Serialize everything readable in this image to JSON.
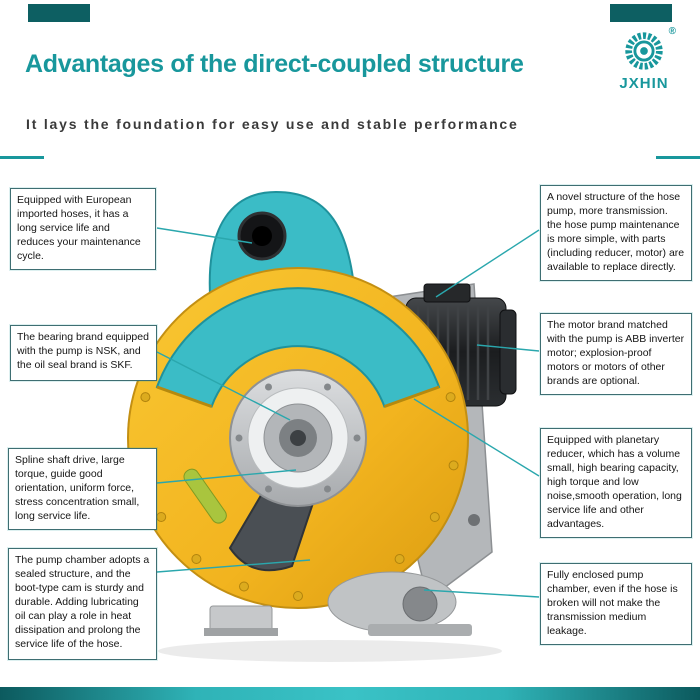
{
  "header": {
    "title": "Advantages of the direct-coupled structure",
    "subtitle": "It lays the foundation for easy use and stable performance",
    "brand": "JXHIN",
    "registered_mark": "®"
  },
  "icons": {
    "brand_logo": "gear-icon",
    "illustration": "hose-pump-cutaway"
  },
  "colors": {
    "accent_teal": "#18979c",
    "accent_bar": "#0d5f62",
    "housing_yellow": "#f2b41f",
    "interior_teal": "#3bbcc6",
    "connector_line": "#2aa7ad"
  },
  "callouts": {
    "left": [
      {
        "text": "Equipped with European imported hoses, it has a long service life and reduces your maintenance cycle."
      },
      {
        "text": "The bearing brand equipped with the pump is NSK, and the oil seal brand is SKF."
      },
      {
        "text": "Spline shaft drive, large torque, guide good orientation, uniform force, stress concentration small, long service life."
      },
      {
        "text": "The pump chamber adopts a sealed structure, and the boot-type cam is sturdy and durable. Adding lubricating oil can play a role in heat dissipation and prolong the service life of the hose."
      }
    ],
    "right": [
      {
        "text": "A novel structure of the hose pump, more transmission. the hose pump maintenance is more simple, with parts (including reducer, motor) are available to replace directly."
      },
      {
        "text": "The motor brand matched with the pump is ABB inverter motor; explosion-proof motors or motors of other brands are optional."
      },
      {
        "text": "Equipped with planetary reducer, which has a volume small, high bearing capacity, high torque and low noise,smooth operation, long service life and other advantages."
      },
      {
        "text": "Fully enclosed pump chamber, even if the hose is broken will not make the transmission medium leakage."
      }
    ]
  }
}
